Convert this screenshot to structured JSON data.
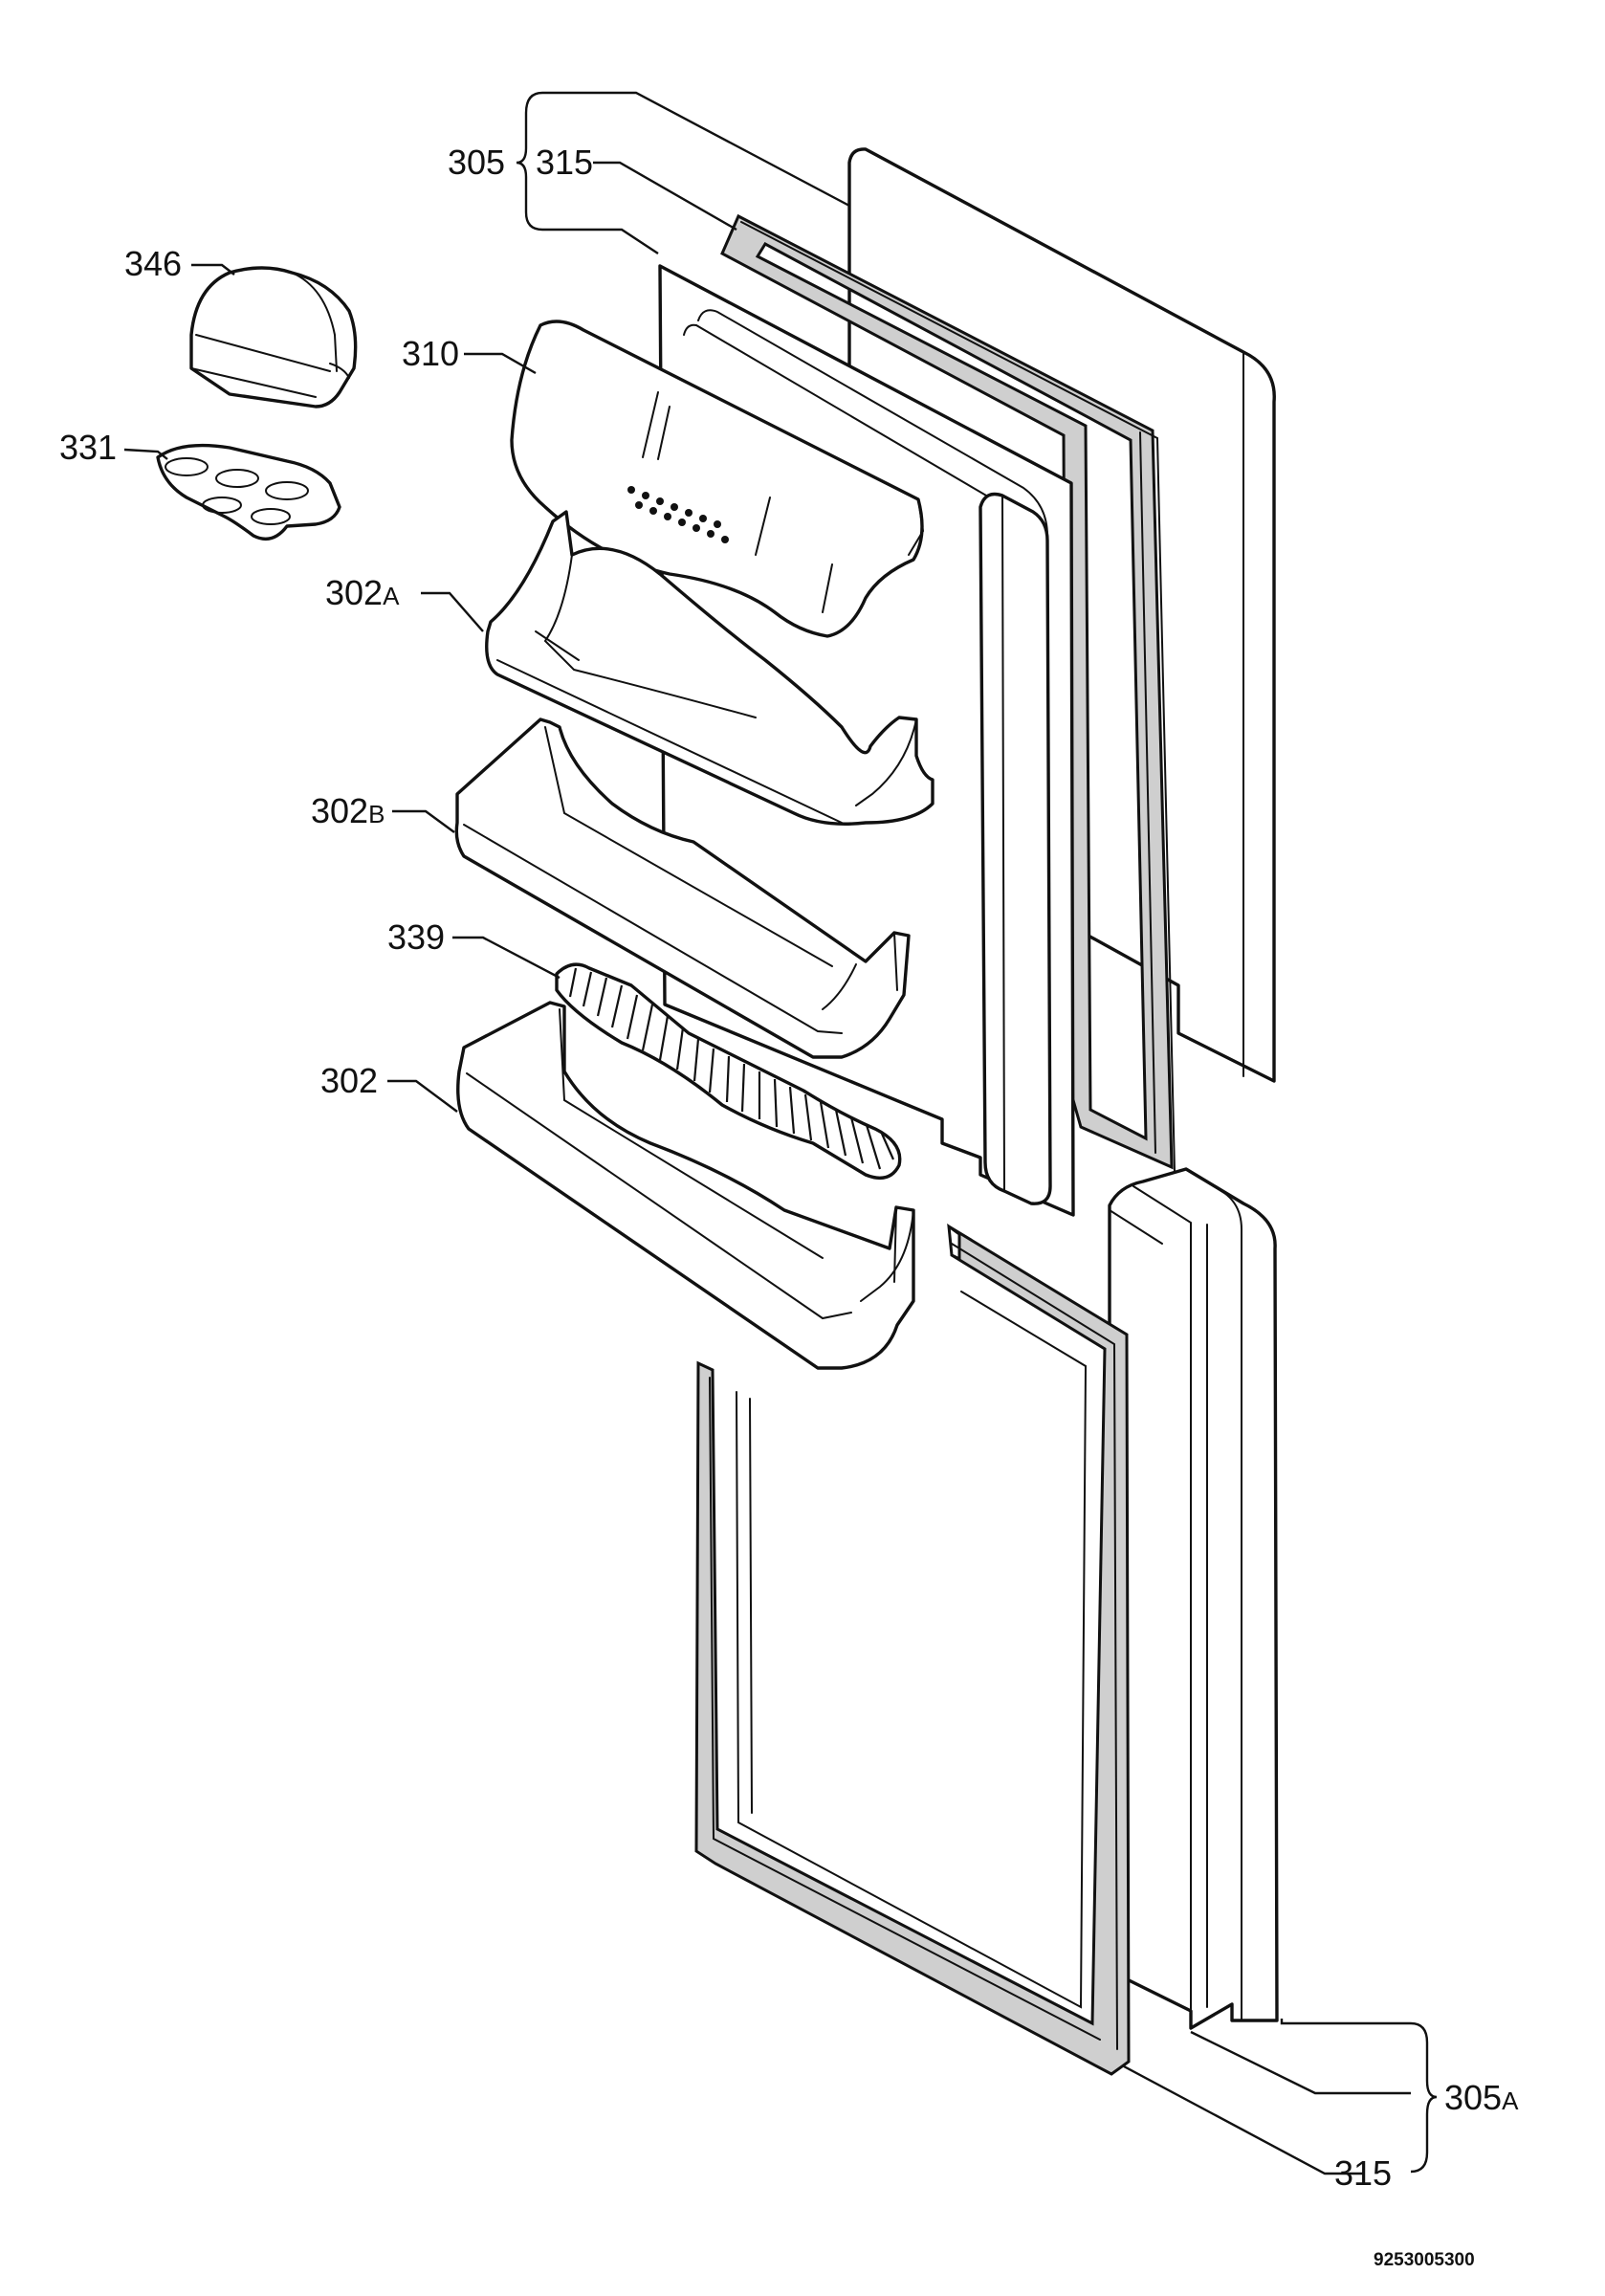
{
  "labels": {
    "l305": "305",
    "l315_top": "315",
    "l346": "346",
    "l310": "310",
    "l331": "331",
    "l302a_num": "302",
    "l302a_suffix": "A",
    "l302b_num": "302",
    "l302b_suffix": "B",
    "l339": "339",
    "l302": "302",
    "l305a_num": "305",
    "l305a_suffix": "A",
    "l315_bottom": "315"
  },
  "drawing_code": "9253005300"
}
